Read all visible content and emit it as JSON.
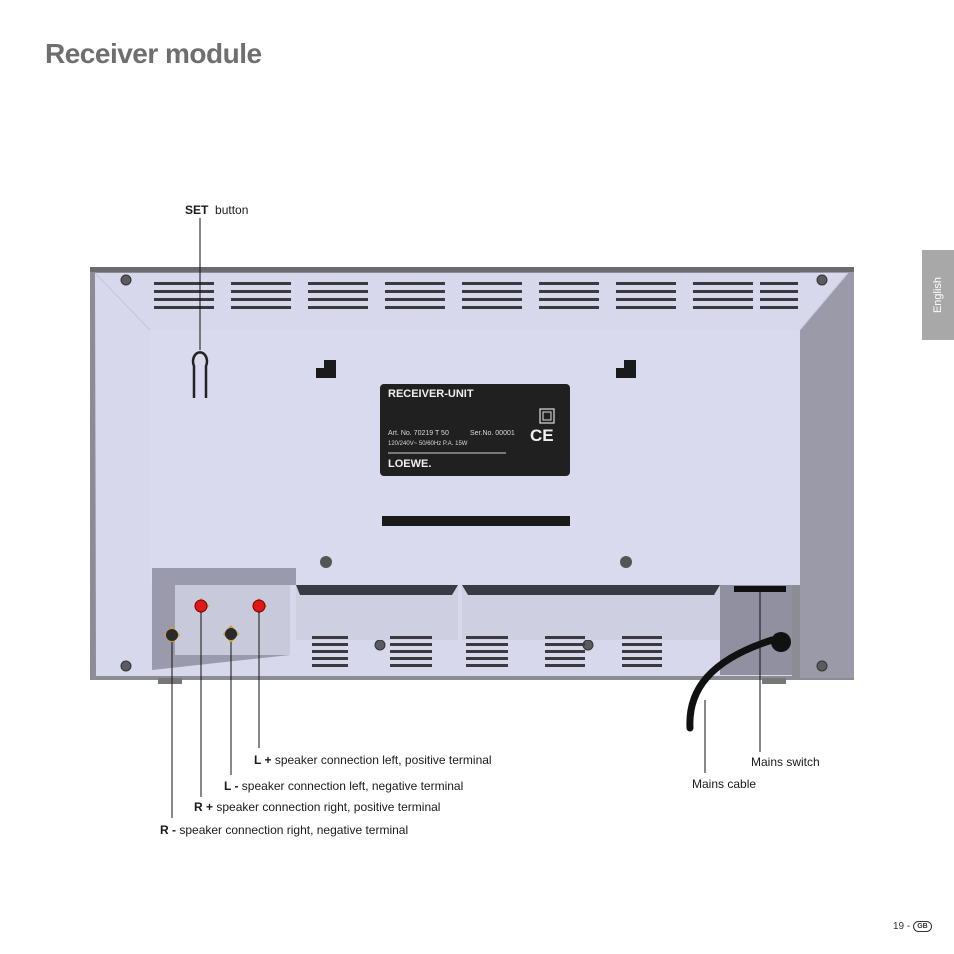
{
  "page": {
    "title": "Receiver module",
    "language_tab": "English",
    "page_number": "19 -",
    "country_badge": "GB"
  },
  "device_plate": {
    "title": "RECEIVER-UNIT",
    "art_no": "Art. No. 70219 T 50",
    "ser_no": "Ser.No. 00001",
    "power": "120/240V~  50/60Hz  P.A. 15W",
    "brand": "LOEWE."
  },
  "callouts": {
    "set_button": {
      "key": "SET",
      "text": "button"
    },
    "l_plus": {
      "key": "L +",
      "text": "speaker connection left,  positive terminal"
    },
    "l_minus": {
      "key": "L -",
      "text": "speaker connection left,  negative terminal"
    },
    "r_plus": {
      "key": "R +",
      "text": "speaker connection right,  positive terminal"
    },
    "r_minus": {
      "key": "R -",
      "text": "speaker connection right,  negative terminal"
    },
    "mains_switch": {
      "text": "Mains switch"
    },
    "mains_cable": {
      "text": "Mains cable"
    }
  },
  "colors": {
    "body": "#d8d8ec",
    "frame": "#8c8c94",
    "side": "#9a9aa8",
    "terminal_red": "#e01818",
    "terminal_black": "#2a2a2a",
    "label_plate": "#202020",
    "title_grey": "#6f6f6f"
  }
}
